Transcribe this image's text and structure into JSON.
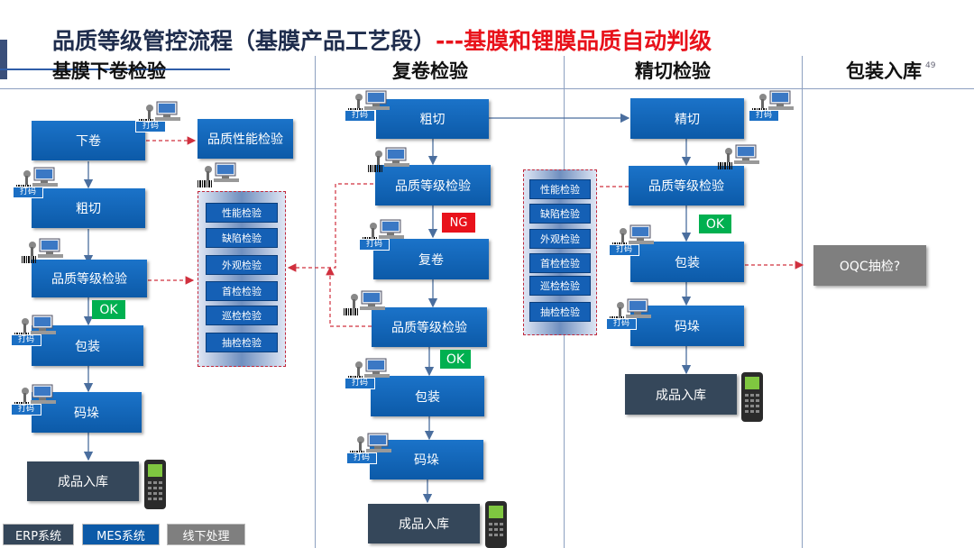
{
  "title": {
    "main": "品质等级管控流程（基膜产品工艺段）",
    "sub": "---基膜和锂膜品质自动判级"
  },
  "page_number": "49",
  "columns": {
    "col1": "基膜下卷检验",
    "col2": "复卷检验",
    "col3": "精切检验",
    "col4": "包装入库"
  },
  "col1": {
    "xiajuan": "下卷",
    "pinzhi_xingneng": "品质性能检验",
    "cuqie": "粗切",
    "pinzhi_dengji": "品质等级检验",
    "ok": "OK",
    "baozhuang": "包装",
    "maduo": "码垛",
    "ruku": "成品入库"
  },
  "panel1": [
    "性能检验",
    "缺陷检验",
    "外观检验",
    "首检检验",
    "巡检检验",
    "抽检检验"
  ],
  "col2": {
    "cuqie": "粗切",
    "pinzhi_dengji_1": "品质等级检验",
    "ng": "NG",
    "fujuan": "复卷",
    "pinzhi_dengji_2": "品质等级检验",
    "ok": "OK",
    "baozhuang": "包装",
    "maduo": "码垛",
    "ruku": "成品入库"
  },
  "panel2": [
    "性能检验",
    "缺陷检验",
    "外观检验",
    "首检检验",
    "巡检检验",
    "抽检检验"
  ],
  "col3": {
    "jingqie": "精切",
    "pinzhi_dengji": "品质等级检验",
    "ok": "OK",
    "baozhuang": "包装",
    "maduo": "码垛",
    "ruku": "成品入库"
  },
  "col4": {
    "oqc": "OQC抽检?"
  },
  "print_label": "打码",
  "legend": {
    "erp": "ERP系统",
    "mes": "MES系统",
    "offline": "线下处理"
  },
  "colors": {
    "mes_blue": "#0c5aa8",
    "erp_dark": "#35475a",
    "offline_gray": "#7f7f7f",
    "ok_green": "#00b050",
    "ng_red": "#e8121b",
    "title_red": "#e8121b"
  }
}
